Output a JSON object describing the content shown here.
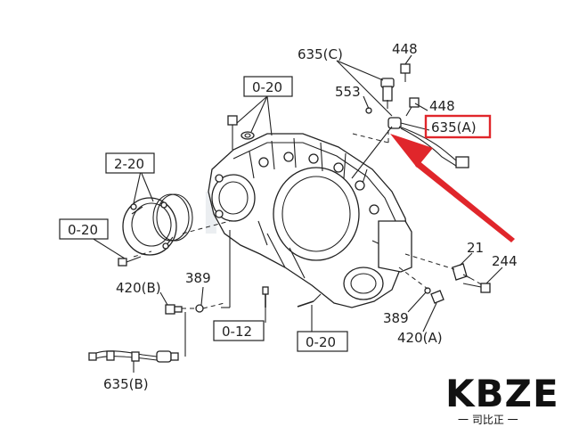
{
  "labels": {
    "ref_0_20_top": "0-20",
    "ref_2_20": "2-20",
    "ref_0_20_left": "0-20",
    "ref_0_12": "0-12",
    "ref_0_20_bottom": "0-20",
    "p635c": "635(C)",
    "p448_top": "448",
    "p553": "553",
    "p448_mid": "448",
    "p635a": "635(A)",
    "p21": "21",
    "p244": "244",
    "p389_left": "389",
    "p420b": "420(B)",
    "p389_right": "389",
    "p420a": "420(A)",
    "p635b": "635(B)"
  },
  "watermark": {
    "brand": "KBZE",
    "sub": "一 司比正 一"
  },
  "colors": {
    "highlight": "#e0262b",
    "arrow": "#e0262b",
    "line": "#222222",
    "watermark": "#cfd6de"
  }
}
